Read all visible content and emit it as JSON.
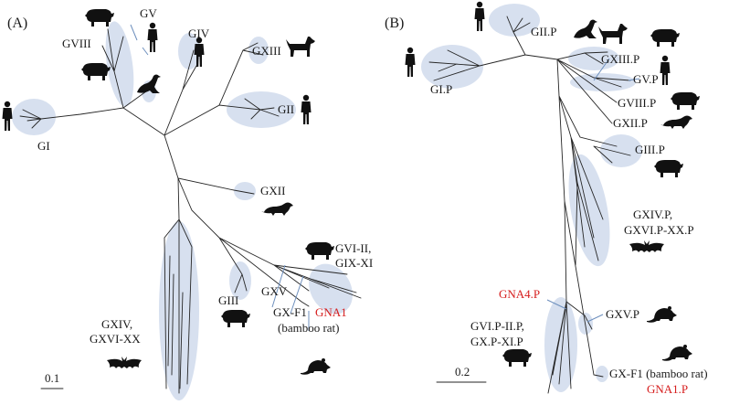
{
  "panel_a": {
    "panel_label": "(A)",
    "genogroups": {
      "gi": "GI",
      "gii": "GII",
      "giii": "GIII",
      "giv": "GIV",
      "gv": "GV",
      "gviii": "GVIII",
      "gxiii": "GXIII",
      "gxii": "GXII",
      "gxv": "GXV",
      "gvi_ii_line1": "GVI-II,",
      "gvi_ii_line2": "GIX-XI",
      "gxiv_line1": "GXIV,",
      "gxiv_line2": "GXVI-XX",
      "gx_f1": "GX-F1",
      "gna1": "GNA1",
      "bamboo_rat": "(bamboo rat)"
    },
    "scale_label": "0.1"
  },
  "panel_b": {
    "panel_label": "(B)",
    "genogroups": {
      "gii_p": "GII.P",
      "gxiii_p": "GXIII.P",
      "gi_p": "GI.P",
      "gv_p": "GV.P",
      "gviii_p": "GVIII.P",
      "gxii_p": "GXII.P",
      "giii_p": "GIII.P",
      "gxiv_p_line1": "GXIV.P,",
      "gxiv_p_line2": "GXVI.P-XX.P",
      "gna4_p": "GNA4.P",
      "gxv_p": "GXV.P",
      "gvi_p_line1": "GVI.P-II.P,",
      "gvi_p_line2": "GX.P-XI.P",
      "gx_f1_bamboo": "GX-F1 (bamboo rat)",
      "gna1_p": "GNA1.P"
    },
    "scale_label": "0.2"
  },
  "colors": {
    "clade_fill": "#c9d6ea",
    "highlight_text": "#d61d1d",
    "branch": "#262626"
  },
  "icons": [
    "human-icon",
    "pig-icon",
    "sea-lion-icon",
    "dog-icon",
    "ferret-icon",
    "bat-icon",
    "rat-icon"
  ]
}
